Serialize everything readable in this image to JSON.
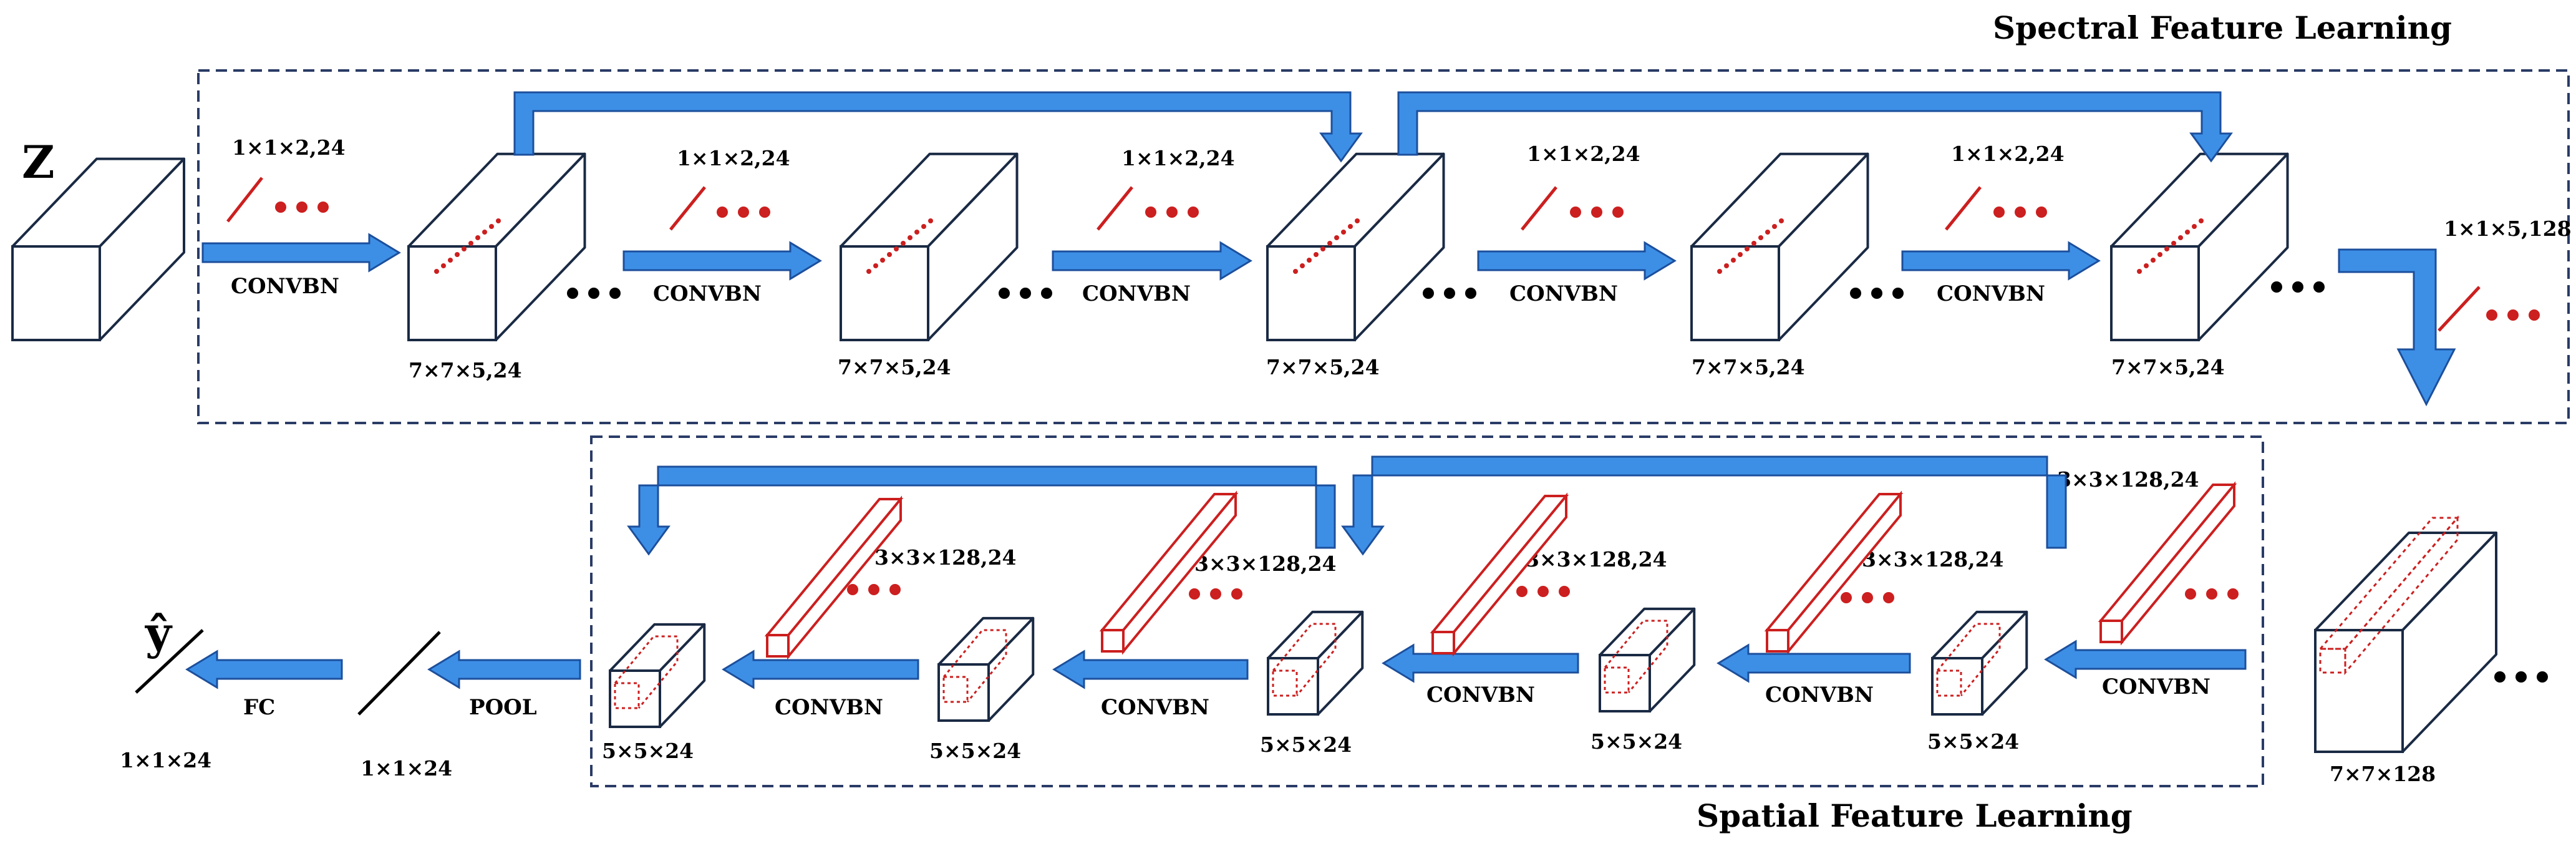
{
  "section_titles": {
    "spectral": "Spectral Feature Learning",
    "spatial": "Spatial Feature Learning"
  },
  "labels": {
    "input": "Z",
    "output": "ŷ",
    "convbn": "CONVBN",
    "pool": "POOL",
    "fc": "FC"
  },
  "spectral": {
    "kernels": [
      "1×1×2,24",
      "1×1×2,24",
      "1×1×2,24",
      "1×1×2,24",
      "1×1×2,24"
    ],
    "blocks": [
      "7×7×5,24",
      "7×7×5,24",
      "7×7×5,24",
      "7×7×5,24",
      "7×7×5,24"
    ],
    "final_kernel": "1×1×5,128"
  },
  "transition_block": "7×7×128",
  "spatial": {
    "kernels": [
      "3×3×128,24",
      "3×3×128,24",
      "3×3×128,24",
      "3×3×128,24",
      "3×3×128,24"
    ],
    "blocks": [
      "5×5×24",
      "5×5×24",
      "5×5×24",
      "5×5×24",
      "5×5×24"
    ]
  },
  "pool_output": "1×1×24",
  "fc_output": "1×1×24",
  "colors": {
    "arrow_fill": "#3d8fe6",
    "arrow_stroke": "#1c4f9c",
    "kernel_red": "#cc1f1f",
    "box_stroke": "#1a2a44",
    "dash_border": "#2a3b66"
  }
}
